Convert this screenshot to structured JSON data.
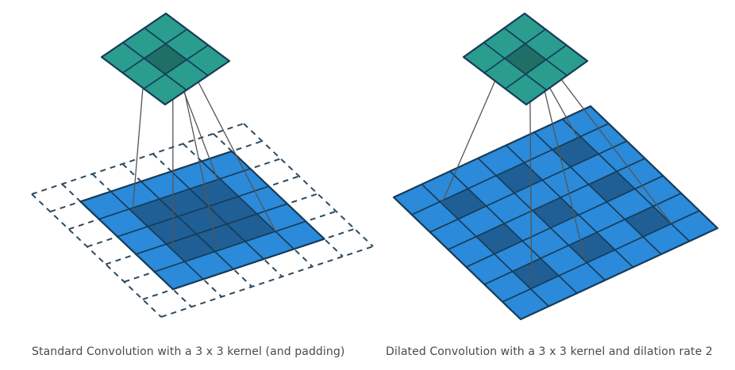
{
  "captions": {
    "standard": "Standard Convolution with a 3 x 3 kernel (and padding)",
    "dilated": "Dilated Convolution with a 3 x 3 kernel and dilation rate 2"
  },
  "colors": {
    "output_fill": "#2a9d8f",
    "output_highlight": "#1f6f66",
    "input_fill": "#2b8ad9",
    "input_highlight": "#1f5f95",
    "grid_line": "#173c59",
    "padding_dash": "#2d4a5e",
    "link_line": "#555555"
  },
  "standard_convolution": {
    "kernel_size": 3,
    "input_size": 5,
    "padding": 1,
    "output_size": 3
  },
  "dilated_convolution": {
    "kernel_size": 3,
    "input_size": 7,
    "dilation_rate": 2,
    "output_size": 3
  }
}
